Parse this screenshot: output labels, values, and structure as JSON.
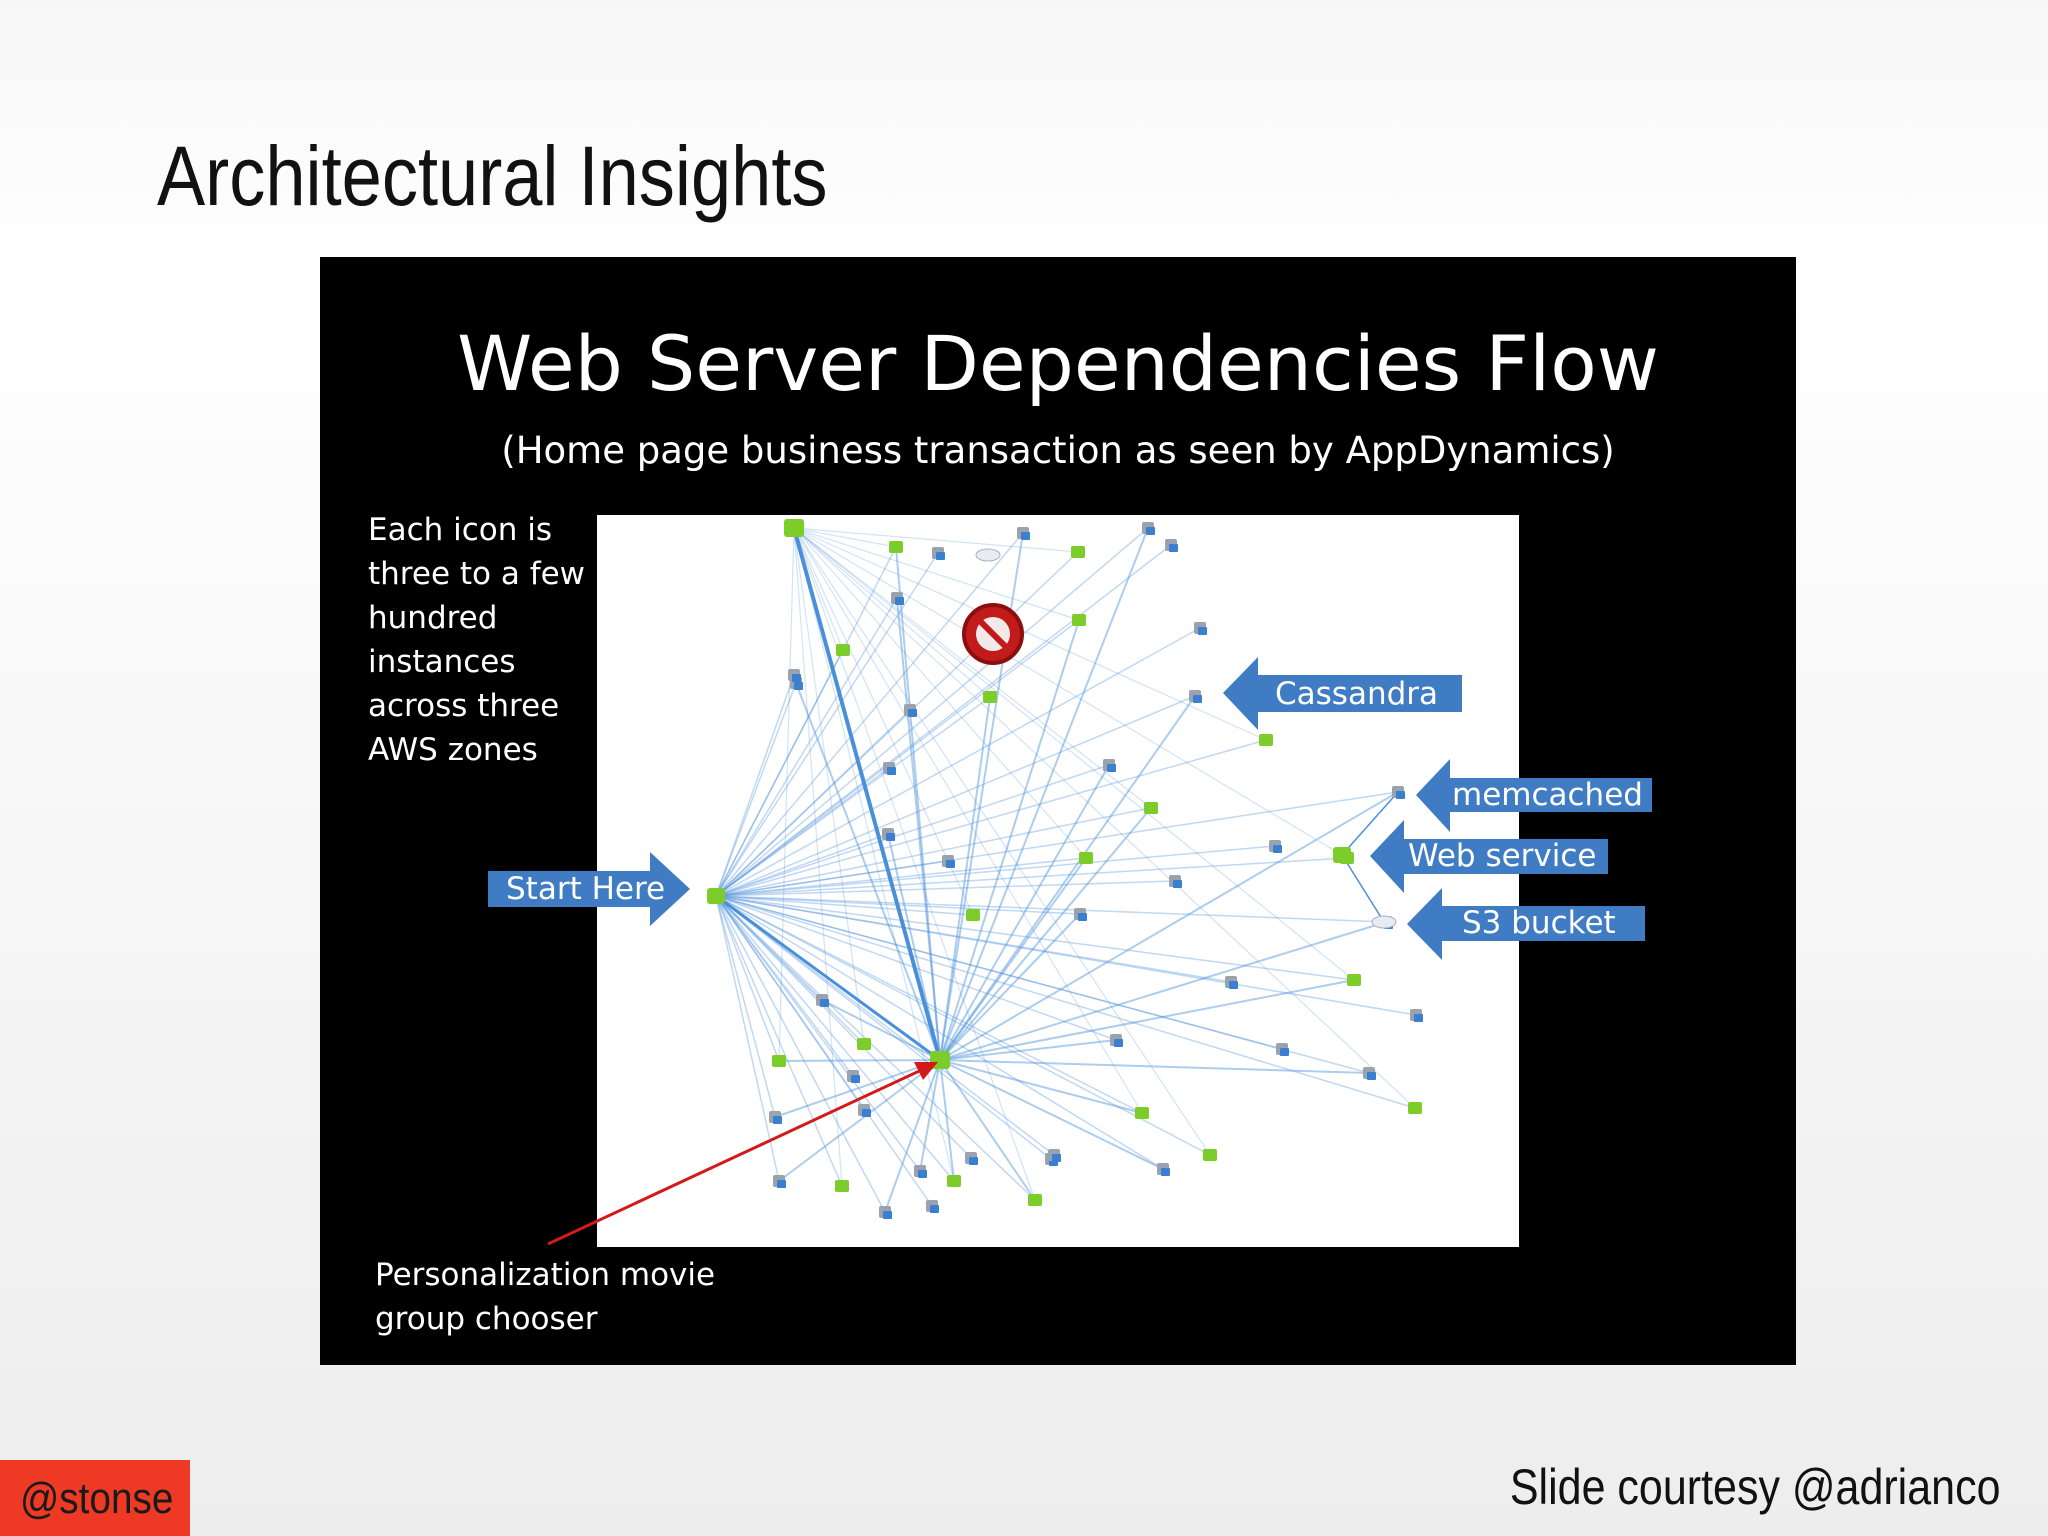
{
  "slide": {
    "title": "Architectural Insights",
    "handle": "@stonse",
    "credit": "Slide courtesy @adrianco"
  },
  "panel": {
    "title": "Web Server Dependencies Flow",
    "subtitle": "(Home page business transaction as seen by AppDynamics)",
    "note_lines": [
      "Each icon is",
      "three to a few",
      "hundred",
      "instances",
      "across three",
      "AWS zones"
    ],
    "bottom_note_lines": [
      "Personalization movie",
      "group chooser"
    ]
  },
  "callouts": {
    "start": "Start Here",
    "cassandra": "Cassandra",
    "memcached": "memcached",
    "web_service": "Web service",
    "s3": "S3 bucket"
  },
  "colors": {
    "arrow_blue": "#3f7cc4",
    "edge_blue": "#4a90d9",
    "node_green": "#7ccd2a",
    "highlight_red": "#d21a1a"
  }
}
